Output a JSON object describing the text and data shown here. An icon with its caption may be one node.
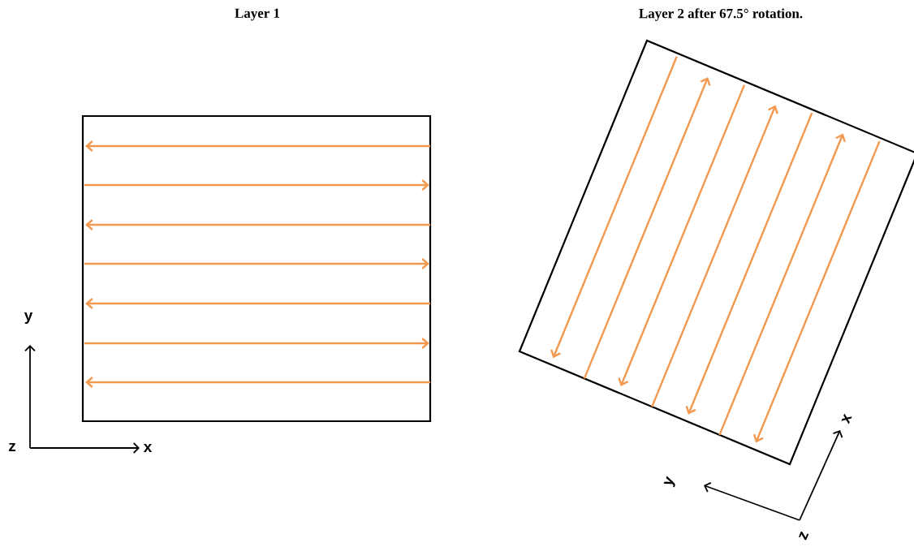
{
  "diagram": {
    "labels": [
      "Layer 1",
      "Layer 2 after 67.5° rotation.",
      "y",
      "z",
      "x",
      "x",
      "y",
      "z"
    ]
  }
}
